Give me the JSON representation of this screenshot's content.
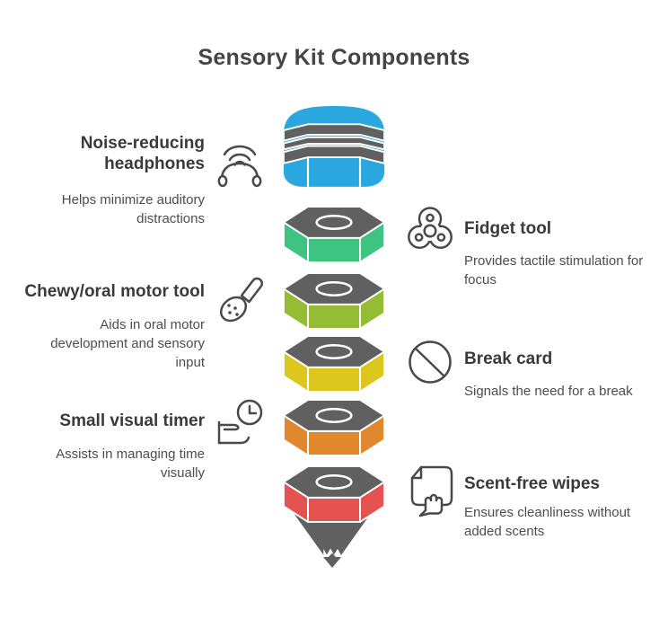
{
  "title": "Sensory Kit Components",
  "left_items": [
    {
      "title": "Noise-reducing headphones",
      "description": "Helps minimize auditory distractions",
      "icon": "headphones-icon"
    },
    {
      "title": "Chewy/oral motor tool",
      "description": "Aids in oral motor development and sensory input",
      "icon": "chew-tool-icon"
    },
    {
      "title": "Small visual timer",
      "description": "Assists in managing time visually",
      "icon": "visual-timer-icon"
    }
  ],
  "right_items": [
    {
      "title": "Fidget tool",
      "description": "Provides tactile stimulation for focus",
      "icon": "fidget-spinner-icon"
    },
    {
      "title": "Break card",
      "description": "Signals the need for a break",
      "icon": "no-sign-icon"
    },
    {
      "title": "Scent-free wipes",
      "description": "Ensures cleanliness without added scents",
      "icon": "wipes-hand-icon"
    }
  ],
  "stack": {
    "top_color": "#606060",
    "cone_color": "#606060",
    "segments": [
      {
        "color": "#2aa7de"
      },
      {
        "color": "#3ec383"
      },
      {
        "color": "#94bd35"
      },
      {
        "color": "#ddc71f"
      },
      {
        "color": "#e1872d"
      },
      {
        "color": "#e45252"
      }
    ]
  },
  "colors": {
    "title_text": "#454545",
    "item_title_text": "#3a3a3a",
    "item_desc_text": "#4d4d4d",
    "icon_stroke": "#4a4a4a",
    "background": "#ffffff"
  }
}
